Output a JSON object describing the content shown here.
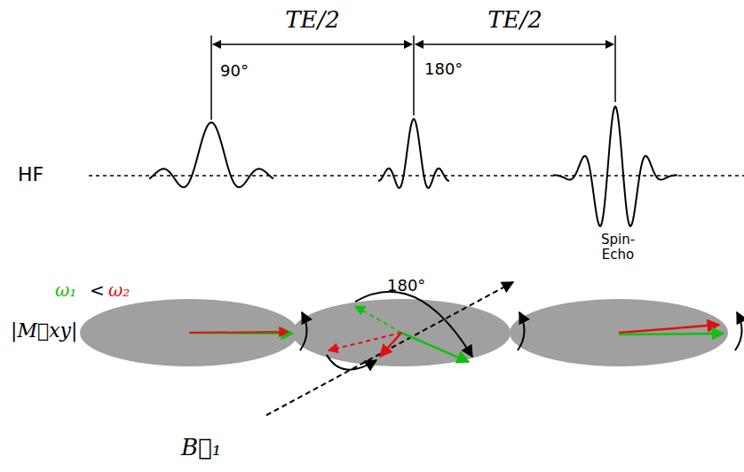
{
  "diagram": {
    "labels": [
      "TE/2",
      "TE/2",
      "90°",
      "180°",
      "HF",
      "Spin- Echo",
      "ω₁",
      "<",
      "ω₂",
      "180°",
      "|M⃗xy|",
      "B⃗₁"
    ]
  }
}
